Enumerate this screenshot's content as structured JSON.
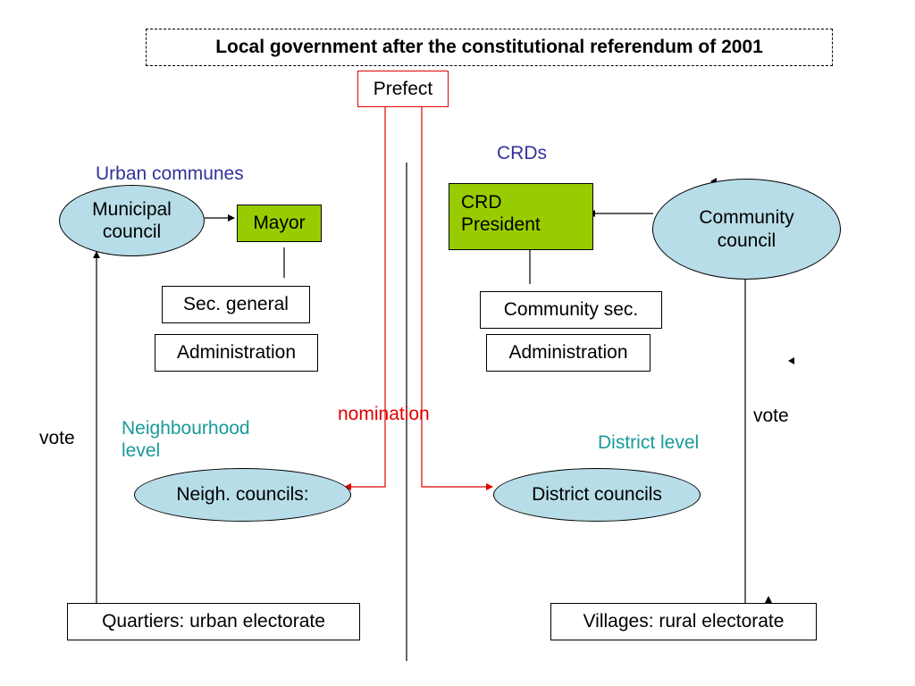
{
  "title": "Local government after the constitutional referendum of 2001",
  "prefect": "Prefect",
  "nomination": "nomination",
  "urban": {
    "heading": "Urban communes",
    "municipal_council": "Municipal\ncouncil",
    "mayor": "Mayor",
    "sec_general": "Sec. general",
    "administration": "Administration",
    "neighbourhood_heading": "Neighbourhood\nlevel",
    "neigh_councils": "Neigh. councils:",
    "electorate": "Quartiers: urban electorate",
    "vote": "vote"
  },
  "rural": {
    "heading": "CRDs",
    "crd_president": "CRD\nPresident",
    "community_council": "Community\ncouncil",
    "community_sec": "Community sec.",
    "administration": "Administration",
    "district_heading": "District level",
    "district_councils": "District councils",
    "electorate": "Villages: rural electorate",
    "vote": "vote"
  },
  "colors": {
    "ellipse_fill": "#b7dde8",
    "green_fill": "#99cc00",
    "red": "#e00000",
    "blue_text": "#33339a",
    "teal_text": "#1a9a9a"
  }
}
